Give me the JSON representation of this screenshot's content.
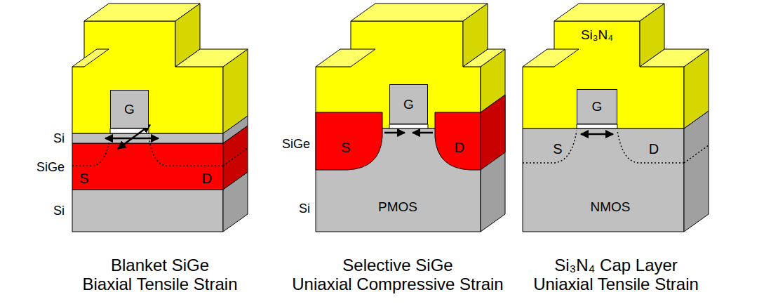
{
  "diagram": {
    "nodes": [
      {
        "text": [
          "G"
        ]
      },
      {
        "text": [
          "S"
        ]
      },
      {
        "text": [
          "D"
        ]
      },
      {
        "text": [
          "G"
        ]
      },
      {
        "text": [
          "S"
        ]
      },
      {
        "text": [
          "D"
        ]
      },
      {
        "text": [
          "G"
        ]
      },
      {
        "text": [
          "S"
        ]
      },
      {
        "text": [
          "D"
        ]
      }
    ],
    "labels": [
      "Si",
      "SiGe",
      "Si",
      "SiGe",
      "Si",
      "PMOS",
      "Si₃N₄",
      "NMOS",
      "Blanket SiGe",
      "Biaxial Tensile Strain",
      "Selective SiGe",
      "Uniaxial Compressive Strain",
      "Si₃N₄ Cap Layer",
      "Uniaxial Tensile Strain"
    ]
  }
}
